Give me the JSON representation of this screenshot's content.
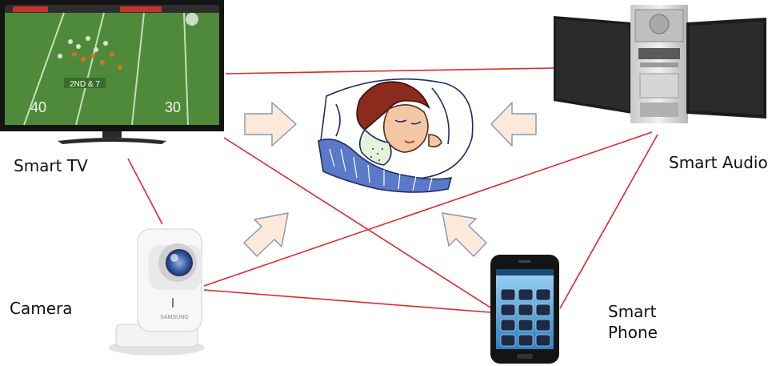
{
  "labels": {
    "smart_tv": "Smart TV",
    "smart_audio": "Smart Audio",
    "camera": "Camera",
    "smart_phone_line1": "Smart",
    "smart_phone_line2": "Phone"
  },
  "tv_screen": {
    "score_text": "2ND & 7",
    "yard_left": "40",
    "yard_right": "30"
  },
  "camera_brand": "SAMSUNG",
  "colors": {
    "link_line": "#e0262b",
    "arrow_fill": "#fde9d9",
    "arrow_stroke": "#8497b0",
    "field_green": "#4e8a3a",
    "speaker_black": "#1c1c1c"
  },
  "icons": {
    "center": "sleeping-woman",
    "arrows": "block-arrow-icon"
  }
}
